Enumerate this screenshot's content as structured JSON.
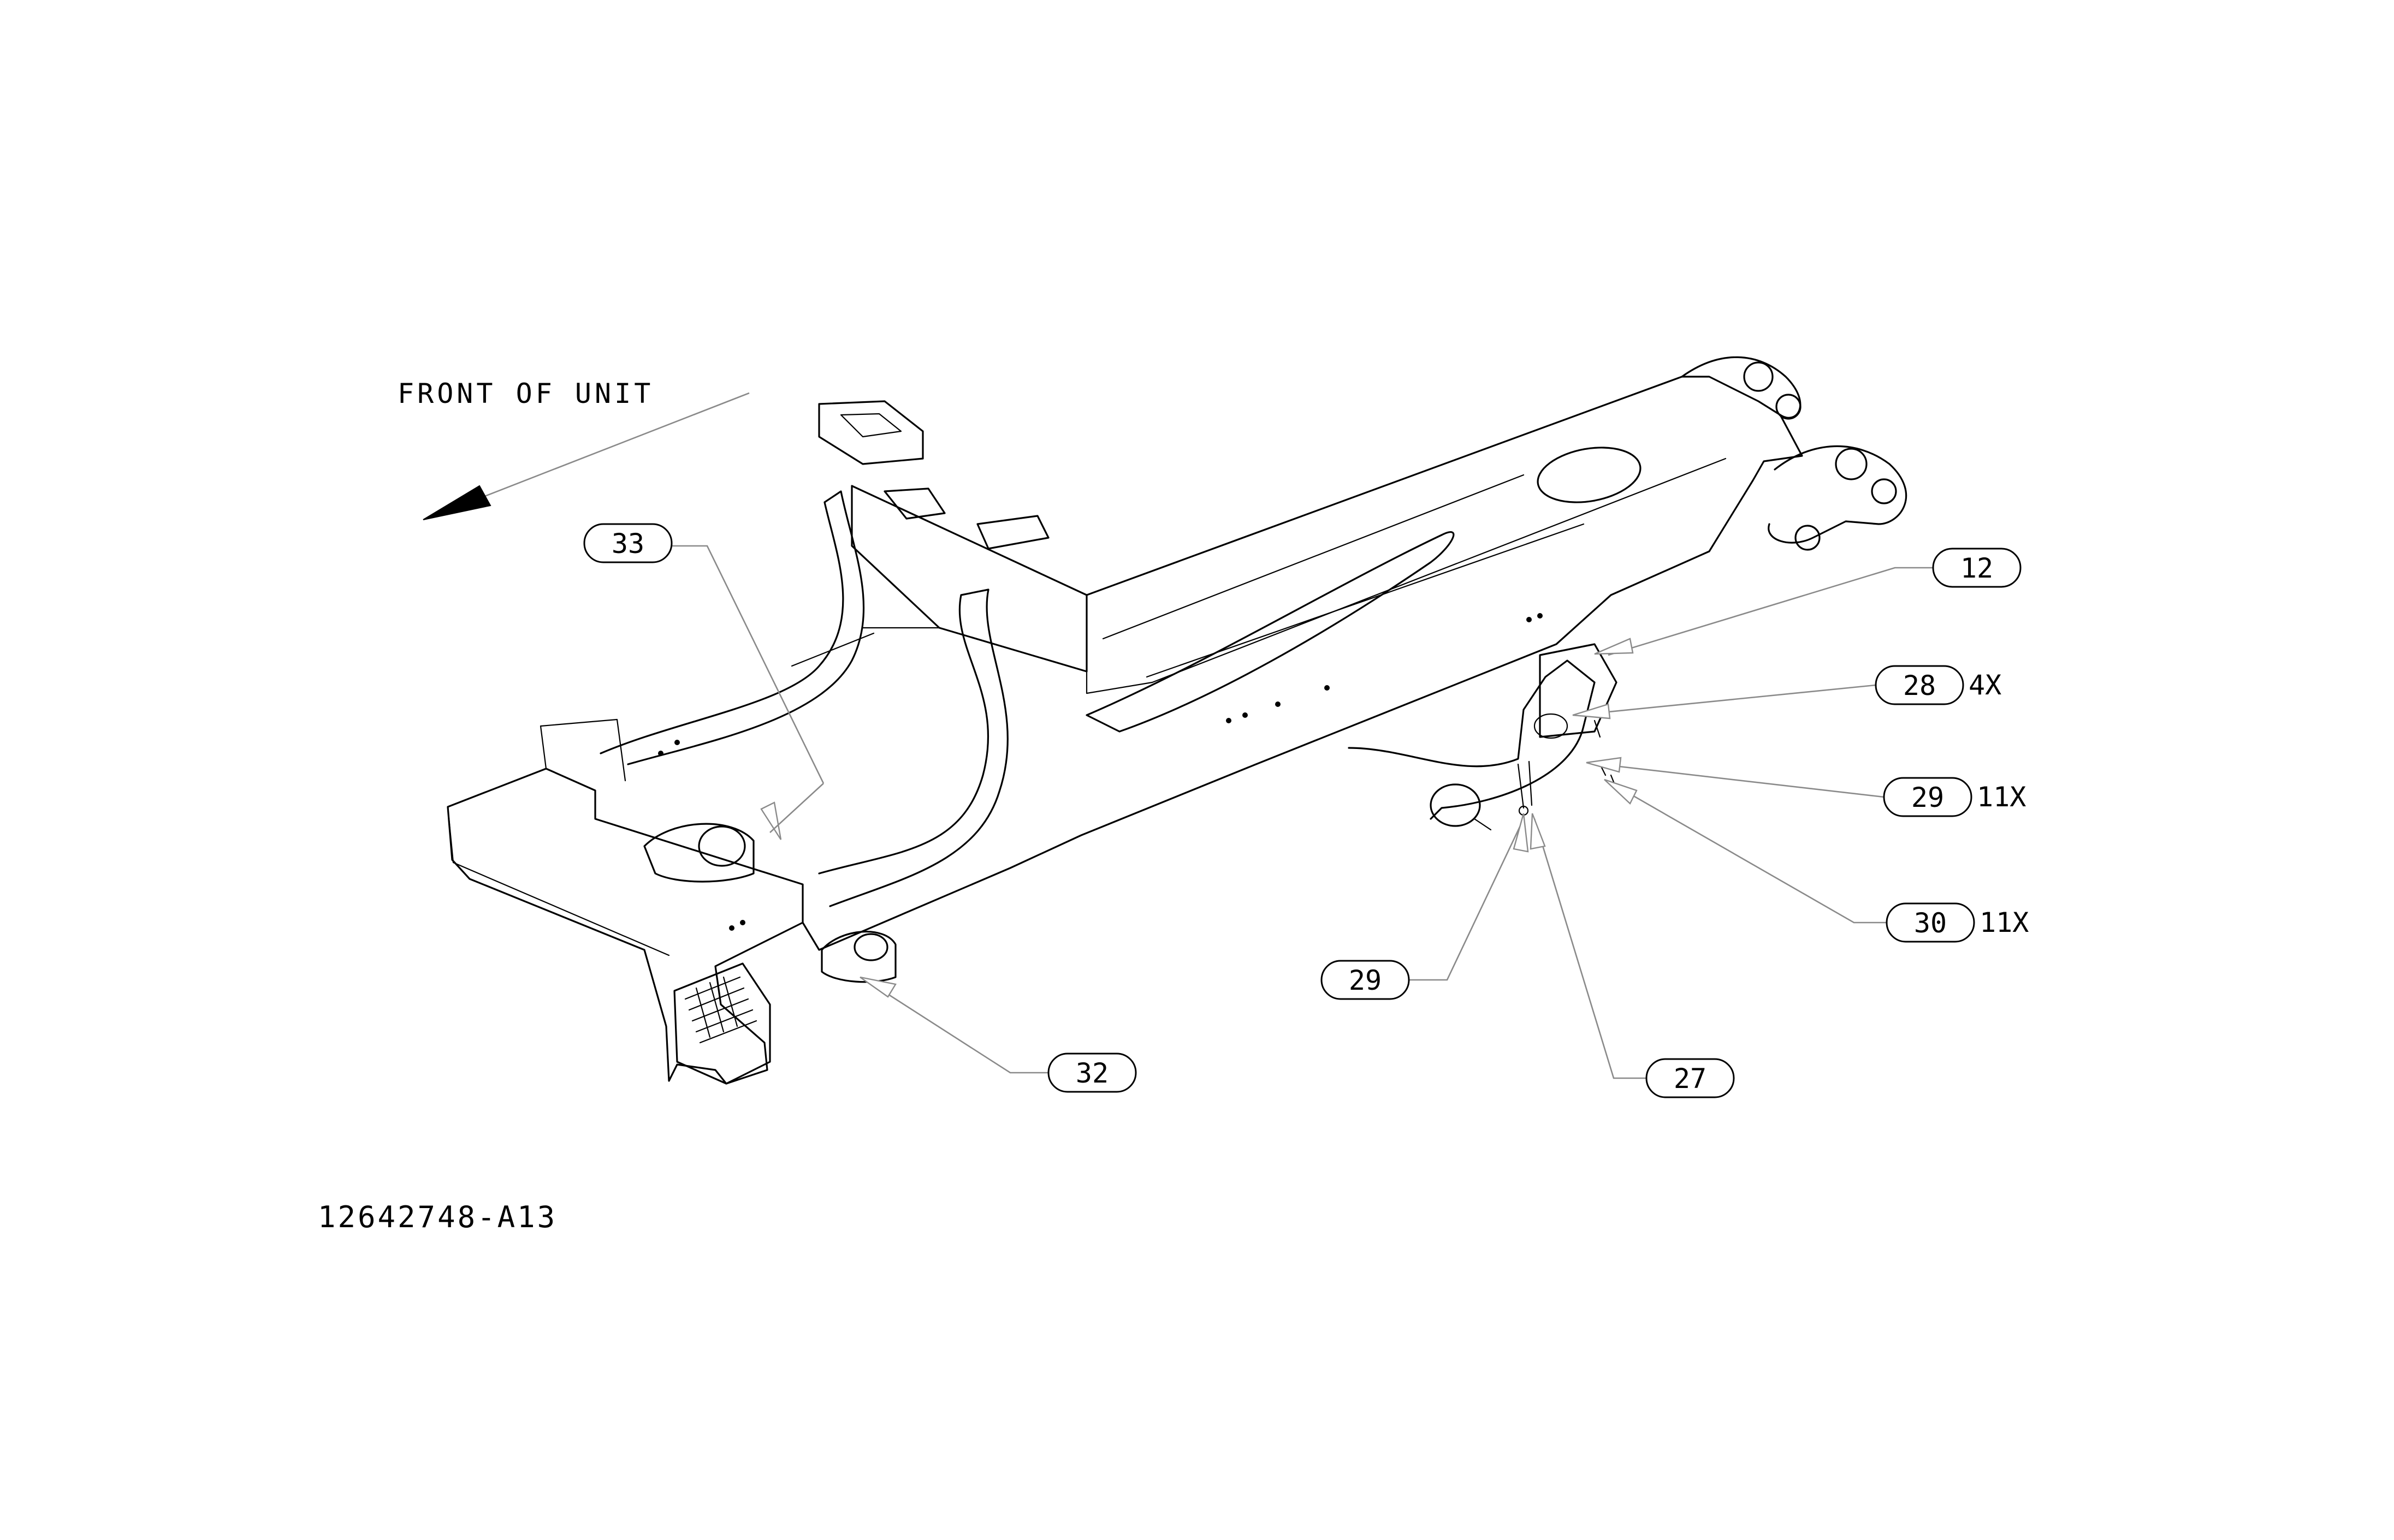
{
  "drawing": {
    "front_label": "FRONT OF UNIT",
    "drawing_number": "12642748-A13"
  },
  "callouts": [
    {
      "id": "c33",
      "number": "33",
      "quantity": ""
    },
    {
      "id": "c12",
      "number": "12",
      "quantity": ""
    },
    {
      "id": "c28",
      "number": "28",
      "quantity": "4X"
    },
    {
      "id": "c29a",
      "number": "29",
      "quantity": "11X"
    },
    {
      "id": "c30",
      "number": "30",
      "quantity": "11X"
    },
    {
      "id": "c29b",
      "number": "29",
      "quantity": ""
    },
    {
      "id": "c32",
      "number": "32",
      "quantity": ""
    },
    {
      "id": "c27",
      "number": "27",
      "quantity": ""
    }
  ]
}
